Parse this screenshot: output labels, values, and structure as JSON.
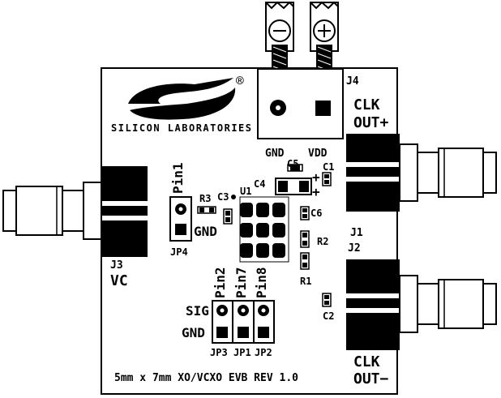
{
  "logo": {
    "name": "SILICON LABORATORIES",
    "registered": "®"
  },
  "terminal_block": {
    "ref": "J4",
    "minus_symbol": "⊖",
    "plus_symbol": "⊕",
    "pin_labels": [
      "GND",
      "VDD"
    ]
  },
  "connectors": {
    "j1": {
      "ref": "J1",
      "label_line1": "CLK",
      "label_line2": "OUT+"
    },
    "j2": {
      "ref": "J2",
      "label_line1": "CLK",
      "label_line2": "OUT−"
    },
    "j3": {
      "ref": "J3",
      "label": "VC"
    }
  },
  "components": {
    "u1": "U1",
    "c1": "C1",
    "c2": "C2",
    "c3": "C3",
    "c4": "C4",
    "c5": "C5",
    "c6": "C6",
    "r1": "R1",
    "r2": "R2",
    "r3": "R3",
    "c5_plus_top": "+",
    "c5_plus_bottom": "+"
  },
  "jumpers": {
    "jp4": {
      "ref": "JP4",
      "pin_label": "Pin1",
      "gnd_label": "GND"
    },
    "jp3": {
      "ref": "JP3",
      "pin_label": "Pin2"
    },
    "jp1": {
      "ref": "JP1",
      "pin_label": "Pin7"
    },
    "jp2": {
      "ref": "JP2",
      "pin_label": "Pin8"
    },
    "sig_label": "SIG",
    "gnd_label": "GND"
  },
  "board_title": "5mm x 7mm XO/VCXO EVB REV 1.0",
  "colors": {
    "silk": "#000000",
    "board": "#ffffff"
  }
}
